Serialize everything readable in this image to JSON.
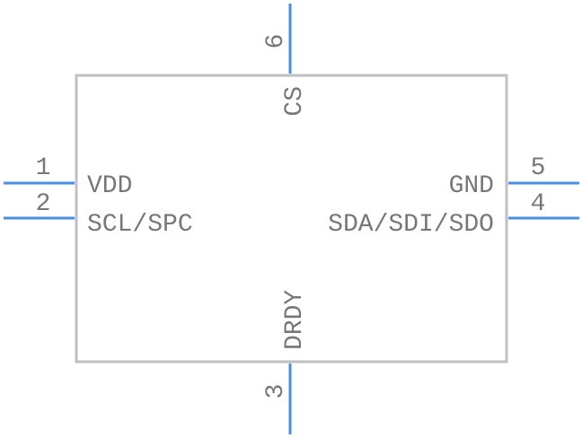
{
  "symbol": {
    "body_color": "#c0c0c0",
    "pin_color": "#4a8fe6",
    "text_color": "#777777"
  },
  "pins": [
    {
      "number": "1",
      "name": "VDD"
    },
    {
      "number": "2",
      "name": "SCL/SPC"
    },
    {
      "number": "3",
      "name": "DRDY"
    },
    {
      "number": "4",
      "name": "SDA/SDI/SDO"
    },
    {
      "number": "5",
      "name": "GND"
    },
    {
      "number": "6",
      "name": "CS"
    }
  ]
}
